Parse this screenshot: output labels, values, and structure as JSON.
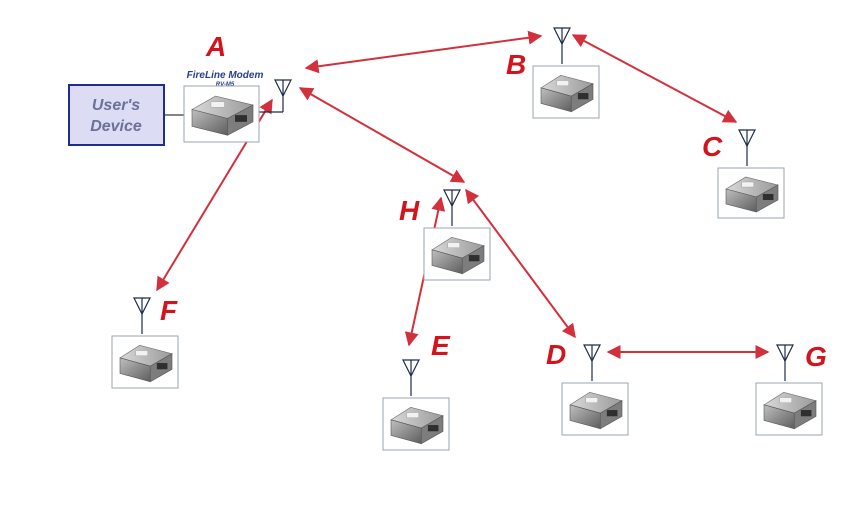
{
  "diagram": {
    "user_device": {
      "line1": "User's",
      "line2": "Device"
    },
    "modem_label": {
      "title": "FireLine Modem",
      "model": "RV-M5"
    },
    "nodes": [
      {
        "id": "A",
        "label": "A"
      },
      {
        "id": "B",
        "label": "B"
      },
      {
        "id": "C",
        "label": "C"
      },
      {
        "id": "D",
        "label": "D"
      },
      {
        "id": "E",
        "label": "E"
      },
      {
        "id": "F",
        "label": "F"
      },
      {
        "id": "G",
        "label": "G"
      },
      {
        "id": "H",
        "label": "H"
      }
    ],
    "links": [
      {
        "from": "A",
        "to": "B"
      },
      {
        "from": "B",
        "to": "C"
      },
      {
        "from": "A",
        "to": "H"
      },
      {
        "from": "A",
        "to": "F"
      },
      {
        "from": "H",
        "to": "E"
      },
      {
        "from": "H",
        "to": "D"
      },
      {
        "from": "D",
        "to": "G"
      }
    ],
    "colors": {
      "link": "#d2303c",
      "letter": "#d3141c",
      "device_fill": "#dcdcf4",
      "device_border": "#1f2e8c"
    }
  }
}
